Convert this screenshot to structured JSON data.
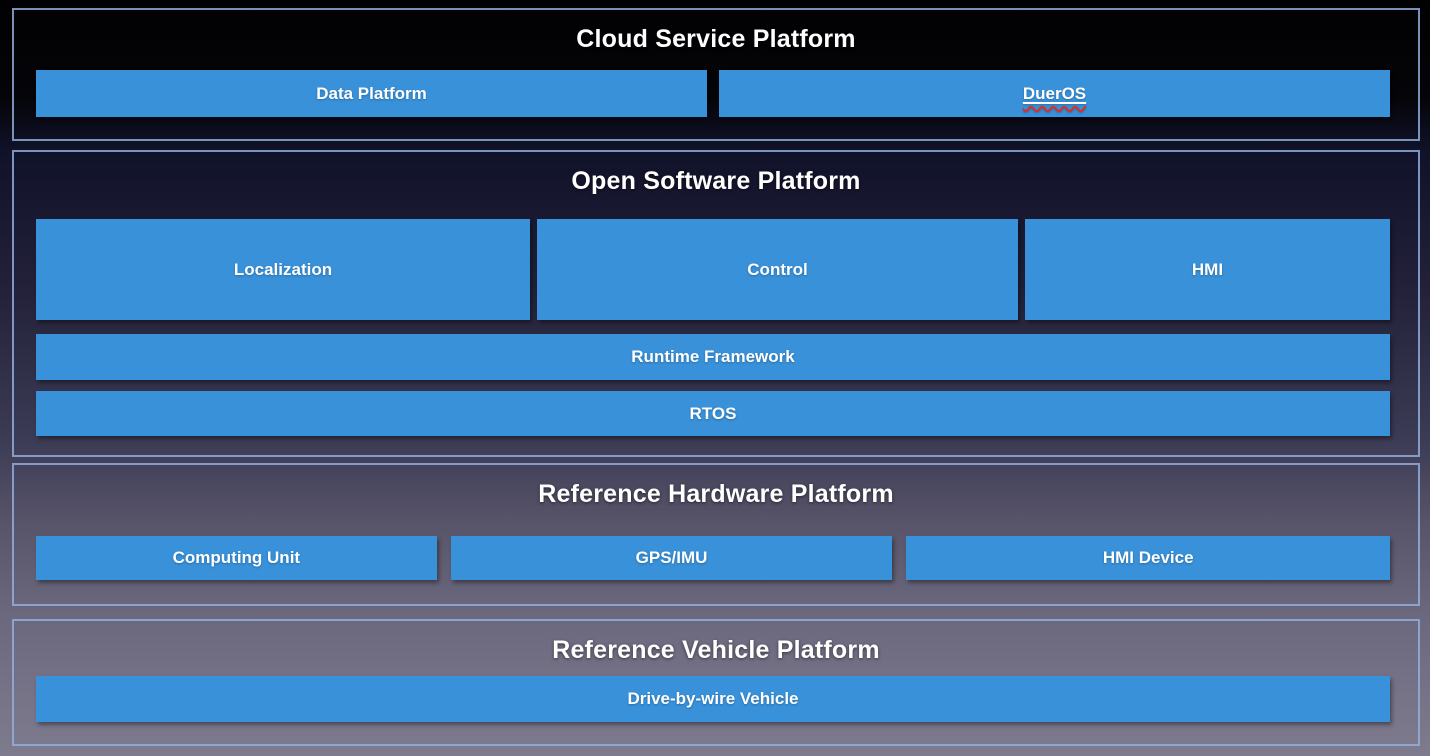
{
  "sections": {
    "cloud": {
      "title": "Cloud Service Platform",
      "boxes": {
        "data_platform": "Data Platform",
        "dueros": "DuerOS"
      }
    },
    "software": {
      "title": "Open Software Platform",
      "boxes": {
        "localization": "Localization",
        "control": "Control",
        "hmi": "HMI",
        "runtime_framework": "Runtime Framework",
        "rtos": "RTOS"
      }
    },
    "hardware": {
      "title": "Reference Hardware Platform",
      "boxes": {
        "computing_unit": "Computing Unit",
        "gps_imu": "GPS/IMU",
        "hmi_device": "HMI Device"
      }
    },
    "vehicle": {
      "title": "Reference Vehicle Platform",
      "boxes": {
        "drive_by_wire": "Drive-by-wire Vehicle"
      }
    }
  },
  "colors": {
    "box_blue": "#3991d9",
    "section_border": "#94b1de",
    "label_text": "#ffffff",
    "spellcheck_wavy": "#d93025",
    "background_top": "#010103",
    "background_bottom": "#7e7b8e"
  }
}
